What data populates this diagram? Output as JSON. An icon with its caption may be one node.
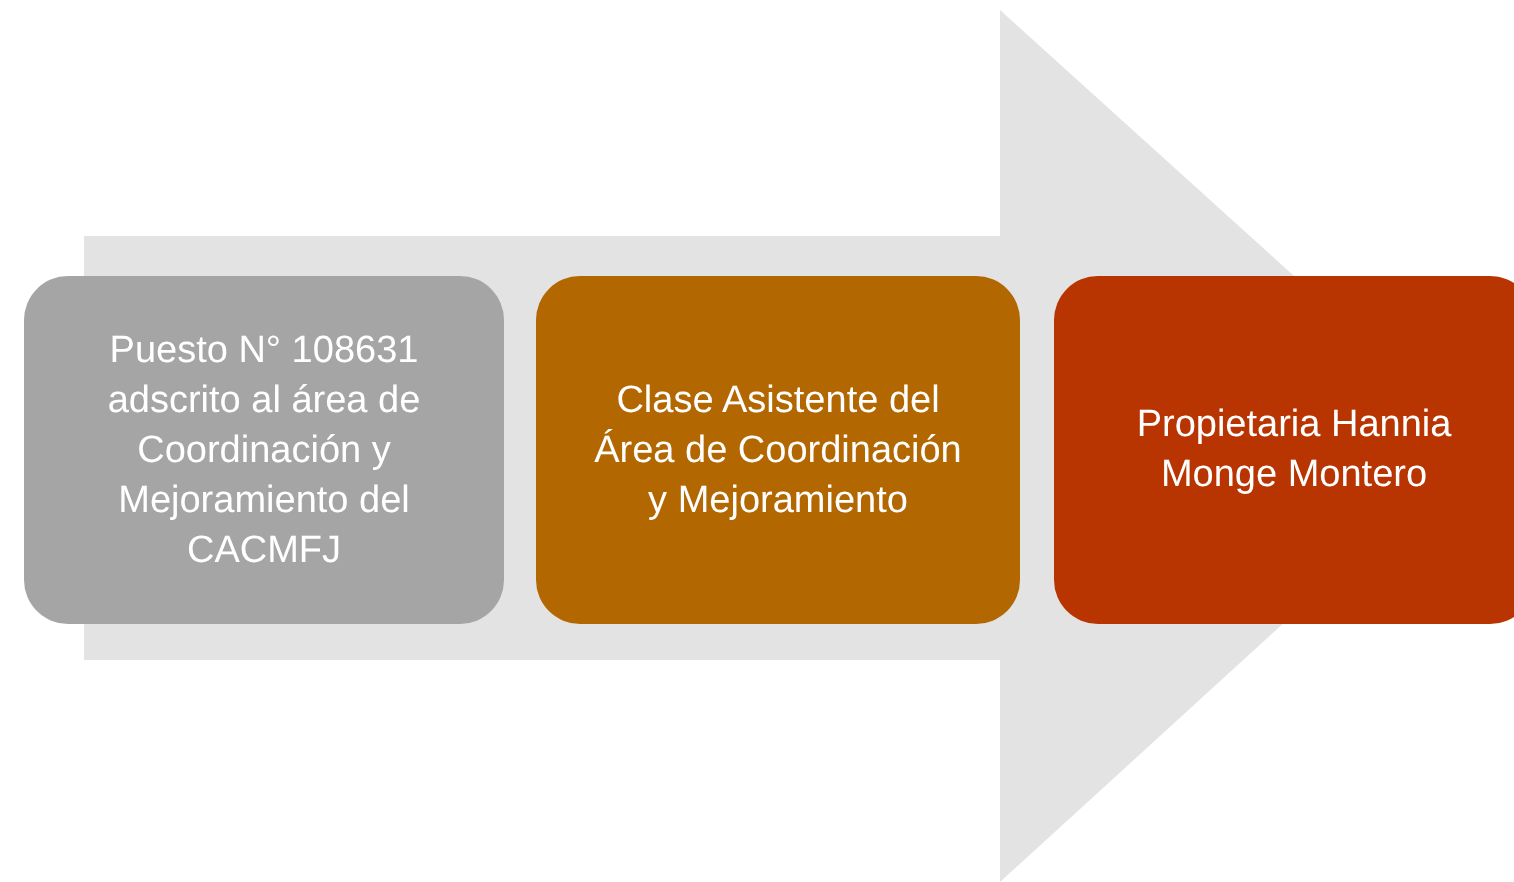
{
  "diagram": {
    "nodes": [
      {
        "text": [
          "Puesto N° 108631 adscrito al área de Coordinación y Mejoramiento del CACMFJ"
        ]
      },
      {
        "text": [
          "Clase Asistente del Área de Coordinación y Mejoramiento"
        ]
      },
      {
        "text": [
          "Propietaria Hannia Monge Montero"
        ]
      }
    ],
    "edges": [
      {
        "from": 0,
        "to": 2,
        "arrow": "to",
        "style": "thick"
      }
    ]
  }
}
